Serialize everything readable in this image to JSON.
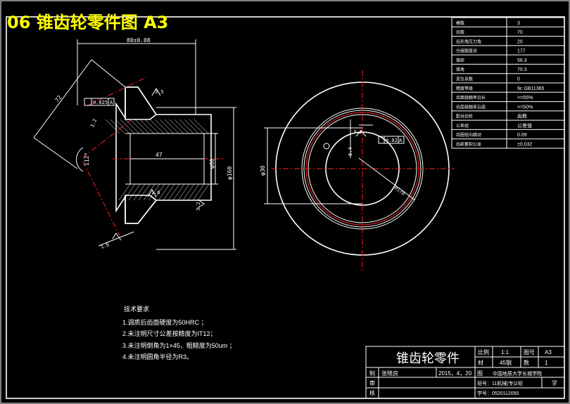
{
  "header": {
    "title": "06  锥齿轮零件图  A3"
  },
  "params": {
    "rows": [
      {
        "label": "模数",
        "value": "3"
      },
      {
        "label": "齿数",
        "value": "70"
      },
      {
        "label": "齿形角压力角",
        "value": "20"
      },
      {
        "label": "分度圆直径",
        "value": "177"
      },
      {
        "label": "锥距",
        "value": "56.3"
      },
      {
        "label": "锥角",
        "value": "70.3"
      },
      {
        "label": "变位系数",
        "value": "0"
      },
      {
        "label": "精度等级",
        "value": "9c GB11365"
      },
      {
        "label": "齿面接触率沿长",
        "value": ">=55%"
      },
      {
        "label": "齿面接触率沿高",
        "value": ">=50%"
      },
      {
        "label": "配对齿轮",
        "value": "齿数"
      },
      {
        "label": "公差组",
        "value": "公差值"
      },
      {
        "label": "齿圈径向跳动",
        "value": "0.09"
      },
      {
        "label": "齿距累积公差",
        "value": "±0.032"
      }
    ]
  },
  "dims": {
    "top_width": "80±0.08",
    "slant_length": "72",
    "bore_length": "47",
    "bore_dia": "φ60",
    "outer_dia": "φ160",
    "tol_flat": "0.025",
    "tol_datum": "A",
    "angle": "112°",
    "chamfer": "1.6",
    "rough1": "3.2",
    "rough2": "1.6",
    "rough3": "3.2",
    "small_dim": "3.5",
    "keyway": "6.4",
    "circ_tol": "0.02",
    "circ_datum": "A",
    "circ_rough": "3.2",
    "circ_dia": "φ30",
    "r_label": "∅170"
  },
  "notes": {
    "heading": "技术要求",
    "items": [
      "1.调质后齿面硬度为50HRC  ；",
      "2.未注明尺寸公差按精度为IT12；",
      "3.未注明倒角为1×45，粗糙度为50um  ；",
      "4.未注明圆角半径为R3。"
    ]
  },
  "titleblock": {
    "name": "锥齿轮零件",
    "scale_label": "比例",
    "scale_value": "1:1",
    "sheet_label": "图号",
    "sheet_value": "A3",
    "material_label": "材",
    "material_value": "45钢",
    "qty_label": "数",
    "qty_value": "1",
    "draw_label": "制",
    "draw_name": "张晓良",
    "date": "2015，4，20",
    "check_label": "图",
    "school": "中国地质大学长城学院",
    "review_label": "审",
    "class": "班号：11机械(专)2班",
    "student_label": "学",
    "approve_label": "核",
    "student_id": "学号：0520112050"
  }
}
